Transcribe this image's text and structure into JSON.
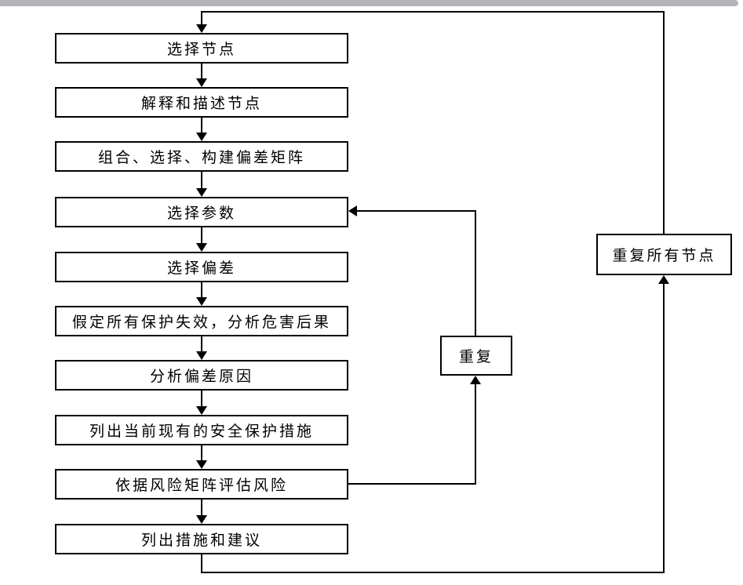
{
  "page": {
    "background": "#ffffff",
    "topbar_color": "#b4b4ba",
    "line_color": "#000000"
  },
  "flowchart": {
    "steps": [
      {
        "label": "选择节点"
      },
      {
        "label": "解释和描述节点"
      },
      {
        "label": "组合、选择、构建偏差矩阵"
      },
      {
        "label": "选择参数"
      },
      {
        "label": "选择偏差"
      },
      {
        "label": "假定所有保护失效，分析危害后果"
      },
      {
        "label": "分析偏差原因"
      },
      {
        "label": "列出当前现有的安全保护措施"
      },
      {
        "label": "依据风险矩阵评估风险"
      },
      {
        "label": "列出措施和建议"
      }
    ],
    "loop_nodes": {
      "repeat": {
        "label": "重复"
      },
      "repeat_all": {
        "label": "重复所有节点"
      }
    }
  }
}
